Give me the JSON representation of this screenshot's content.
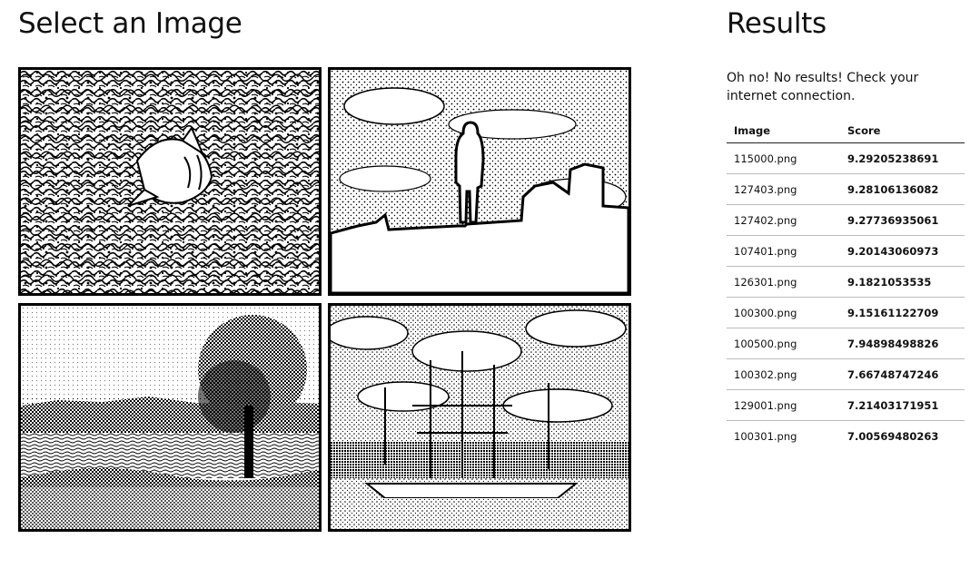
{
  "left": {
    "title": "Select an Image",
    "images": [
      {
        "icon": "reef-fish-image"
      },
      {
        "icon": "silhouette-person-image"
      },
      {
        "icon": "tree-landscape-image"
      },
      {
        "icon": "sailing-ships-harbor-image"
      }
    ]
  },
  "right": {
    "title": "Results",
    "message": "Oh no! No results! Check your internet connection.",
    "table": {
      "headers": [
        "Image",
        "Score"
      ],
      "rows": [
        {
          "image": "115000.png",
          "score": "9.29205238691"
        },
        {
          "image": "127403.png",
          "score": "9.28106136082"
        },
        {
          "image": "127402.png",
          "score": "9.27736935061"
        },
        {
          "image": "107401.png",
          "score": "9.20143060973"
        },
        {
          "image": "126301.png",
          "score": "9.1821053535"
        },
        {
          "image": "100300.png",
          "score": "9.15161122709"
        },
        {
          "image": "100500.png",
          "score": "7.94898498826"
        },
        {
          "image": "100302.png",
          "score": "7.66748747246"
        },
        {
          "image": "129001.png",
          "score": "7.21403171951"
        },
        {
          "image": "100301.png",
          "score": "7.00569480263"
        }
      ]
    }
  }
}
